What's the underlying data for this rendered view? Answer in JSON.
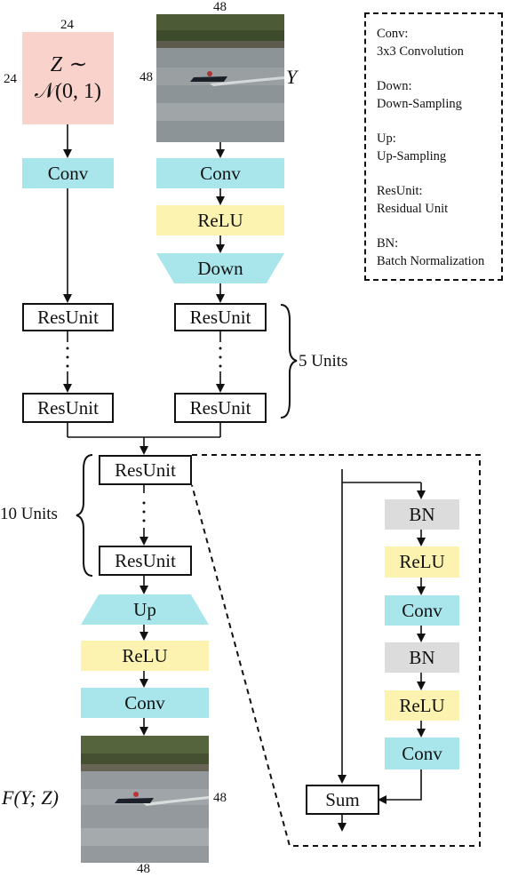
{
  "noise": {
    "line1": "Z ∼",
    "line2": "𝒩(0, 1)",
    "dim_top": "24",
    "dim_left": "24"
  },
  "input_image": {
    "dim_top": "48",
    "dim_left": "48",
    "label": "Y"
  },
  "output_image": {
    "dim_right": "48",
    "dim_bottom": "48",
    "label": "F(Y; Z)"
  },
  "blocks": {
    "conv": "Conv",
    "relu": "ReLU",
    "down": "Down",
    "up": "Up",
    "resunit": "ResUnit",
    "bn": "BN",
    "sum": "Sum"
  },
  "labels": {
    "five_units": "5 Units",
    "ten_units": "10 Units"
  },
  "legend": [
    {
      "key": "Conv:",
      "desc": "3x3 Convolution"
    },
    {
      "key": "Down:",
      "desc": "Down-Sampling"
    },
    {
      "key": "Up:",
      "desc": "Up-Sampling"
    },
    {
      "key": "ResUnit:",
      "desc": "Residual Unit"
    },
    {
      "key": "BN:",
      "desc": "Batch Normalization"
    }
  ],
  "colors": {
    "conv": "#a8e6ec",
    "relu": "#fcf3b0",
    "bn": "#dcdcdc",
    "noise": "#fad2cc"
  }
}
